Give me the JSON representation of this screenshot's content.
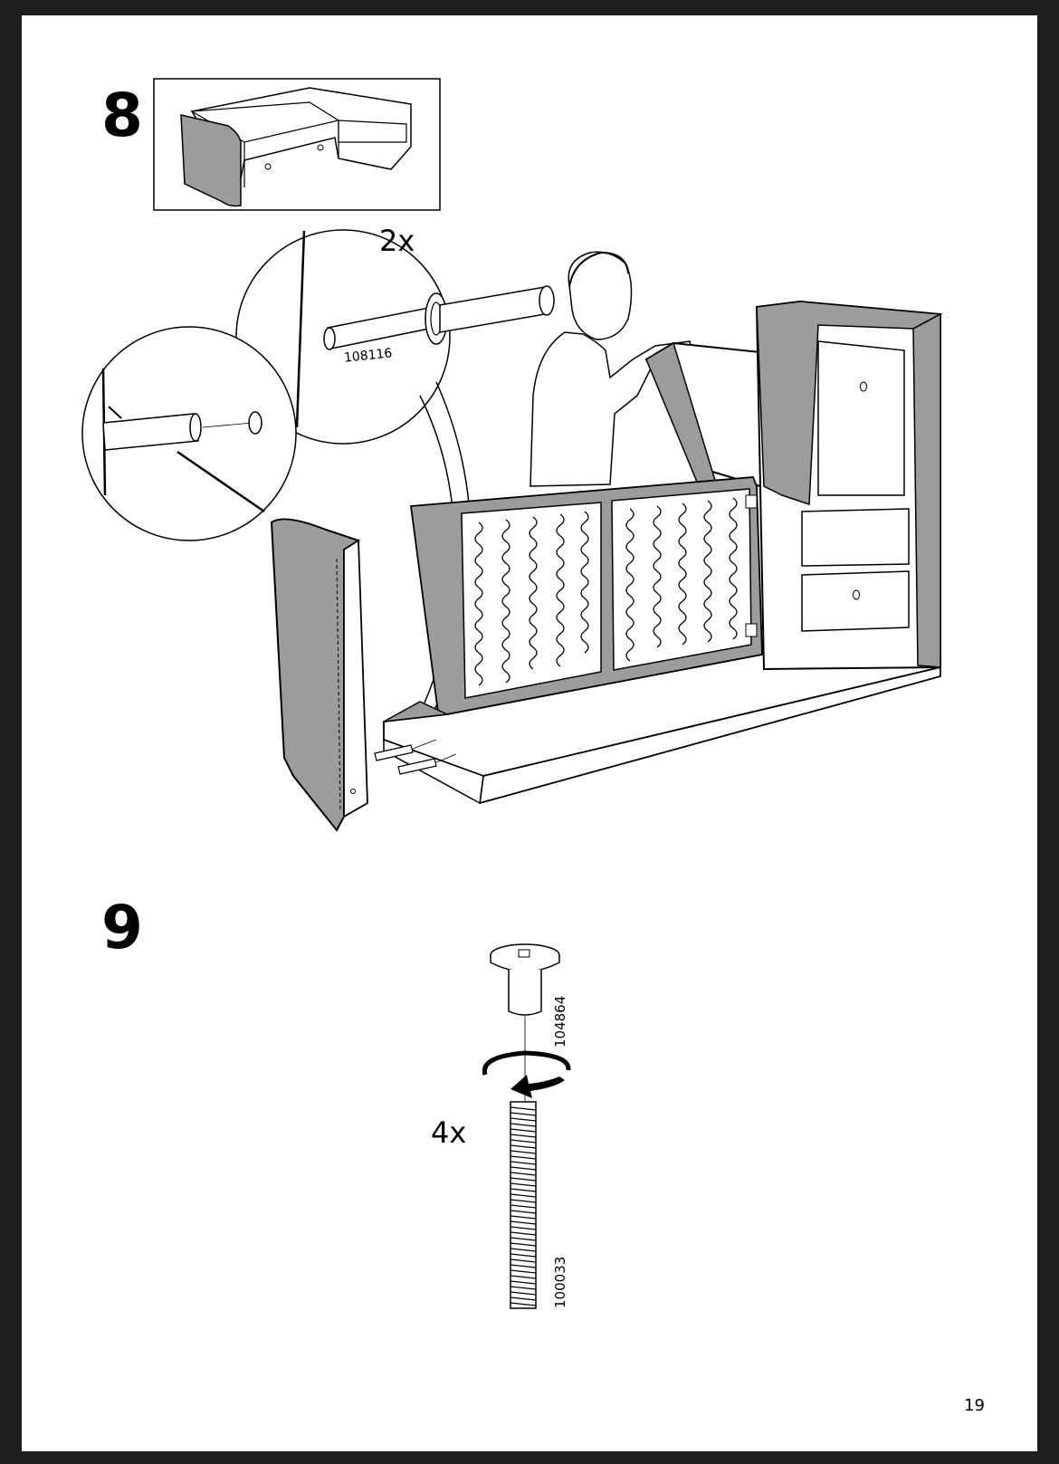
{
  "steps": [
    {
      "number": "8",
      "quantity": "2x",
      "part_number": "108116"
    },
    {
      "number": "9",
      "quantity": "4x",
      "parts": [
        "104864",
        "100033"
      ]
    }
  ],
  "page_number": "19",
  "colors": {
    "fabric": "#9c9c9c",
    "line": "#000000",
    "paper": "#ffffff",
    "frame": "#1e1e1e"
  }
}
